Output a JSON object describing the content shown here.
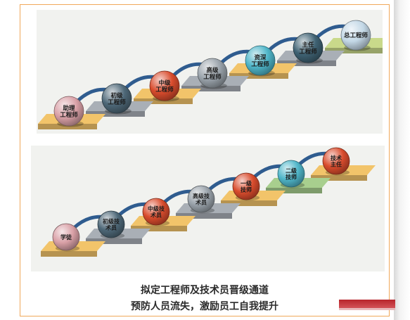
{
  "engineer_track": {
    "steps": [
      {
        "label": "助理工程师",
        "lines": [
          "助理",
          "工程师"
        ],
        "color": "#d9a0a6"
      },
      {
        "label": "初级工程师",
        "lines": [
          "初级",
          "工程师"
        ],
        "color": "#4e6878"
      },
      {
        "label": "中级工程师",
        "lines": [
          "中级",
          "工程师"
        ],
        "color": "#d94c2d"
      },
      {
        "label": "高级工程师",
        "lines": [
          "高级",
          "工程师"
        ],
        "color": "#9aa3ab"
      },
      {
        "label": "资深工程师",
        "lines": [
          "资深",
          "工程师"
        ],
        "color": "#4fb6c9"
      },
      {
        "label": "主任工程师",
        "lines": [
          "主任",
          "工程师"
        ],
        "color": "#3f6273"
      },
      {
        "label": "总工程师",
        "lines": [
          "总工程师"
        ],
        "color": "#c3d8e6"
      }
    ]
  },
  "technician_track": {
    "steps": [
      {
        "label": "学徒",
        "lines": [
          "学徒"
        ],
        "color": "#d9a0a6"
      },
      {
        "label": "初级技术员",
        "lines": [
          "初级技",
          "术员"
        ],
        "color": "#4e6878"
      },
      {
        "label": "中级技术员",
        "lines": [
          "中级技",
          "术员"
        ],
        "color": "#d94c2d"
      },
      {
        "label": "高级技术员",
        "lines": [
          "高级技",
          "术员"
        ],
        "color": "#9aa3ab"
      },
      {
        "label": "一级技师",
        "lines": [
          "一级",
          "技师"
        ],
        "color": "#d94c2d"
      },
      {
        "label": "二级技师",
        "lines": [
          "二级",
          "技师"
        ],
        "color": "#4fb6c9"
      },
      {
        "label": "技术主任",
        "lines": [
          "技术",
          "主任"
        ],
        "color": "#d94c2d"
      }
    ]
  },
  "captions": {
    "line1": "拟定工程师及技术员晋级通道",
    "line2": "预防人员流失，激励员工自我提升"
  }
}
